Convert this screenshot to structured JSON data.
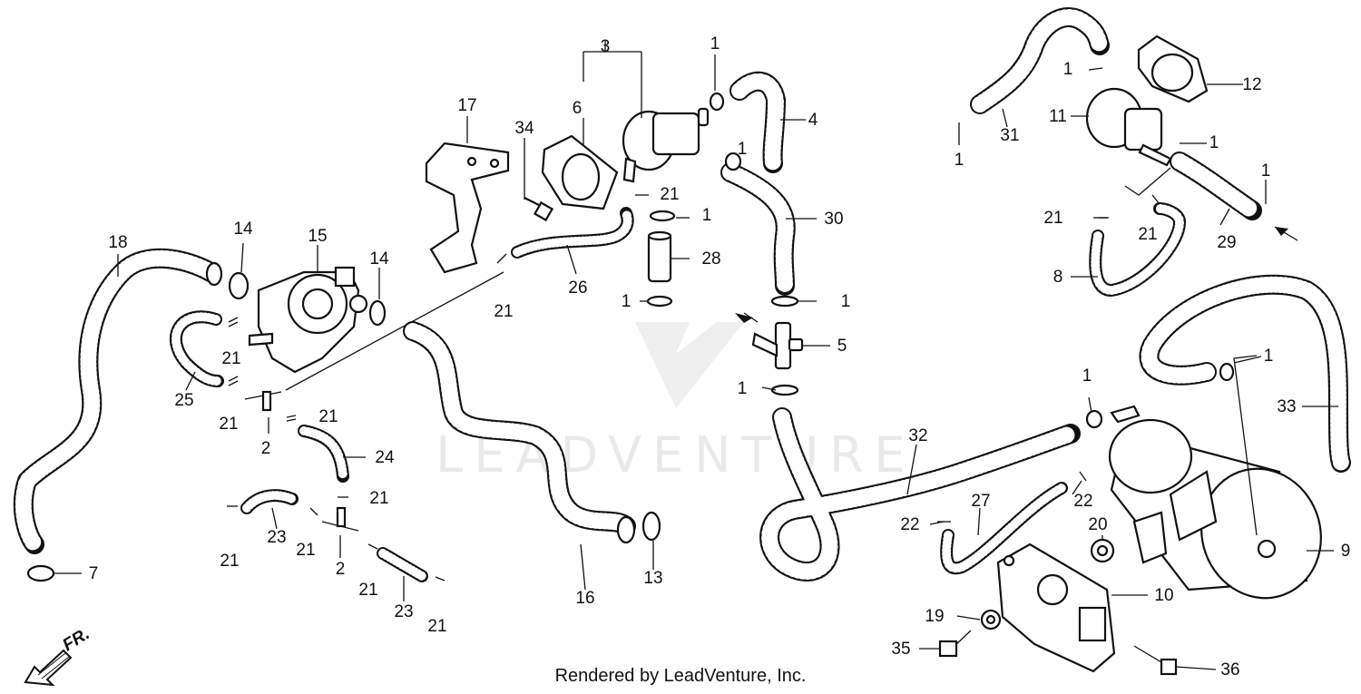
{
  "footer": {
    "credit": "Rendered by LeadVenture, Inc."
  },
  "watermark": {
    "text": "LEADVENTURE"
  },
  "direction_marker": {
    "label": "FR."
  },
  "callouts": [
    {
      "id": "c1a",
      "label": "1"
    },
    {
      "id": "c1b",
      "label": "1"
    },
    {
      "id": "c1c",
      "label": "1"
    },
    {
      "id": "c1d",
      "label": "1"
    },
    {
      "id": "c1e",
      "label": "1"
    },
    {
      "id": "c1f",
      "label": "1"
    },
    {
      "id": "c1g",
      "label": "1"
    },
    {
      "id": "c1h",
      "label": "1"
    },
    {
      "id": "c1i",
      "label": "1"
    },
    {
      "id": "c1j",
      "label": "1"
    },
    {
      "id": "c1k",
      "label": "1"
    },
    {
      "id": "c1l",
      "label": "1"
    },
    {
      "id": "c2a",
      "label": "2"
    },
    {
      "id": "c2b",
      "label": "2"
    },
    {
      "id": "c3",
      "label": "3"
    },
    {
      "id": "c4",
      "label": "4"
    },
    {
      "id": "c5",
      "label": "5"
    },
    {
      "id": "c6",
      "label": "6"
    },
    {
      "id": "c7",
      "label": "7"
    },
    {
      "id": "c8",
      "label": "8"
    },
    {
      "id": "c9",
      "label": "9"
    },
    {
      "id": "c10",
      "label": "10"
    },
    {
      "id": "c11",
      "label": "11"
    },
    {
      "id": "c12",
      "label": "12"
    },
    {
      "id": "c13",
      "label": "13"
    },
    {
      "id": "c14a",
      "label": "14"
    },
    {
      "id": "c14b",
      "label": "14"
    },
    {
      "id": "c15",
      "label": "15"
    },
    {
      "id": "c16",
      "label": "16"
    },
    {
      "id": "c17",
      "label": "17"
    },
    {
      "id": "c18",
      "label": "18"
    },
    {
      "id": "c19",
      "label": "19"
    },
    {
      "id": "c20",
      "label": "20"
    },
    {
      "id": "c21a",
      "label": "21"
    },
    {
      "id": "c21b",
      "label": "21"
    },
    {
      "id": "c21c",
      "label": "21"
    },
    {
      "id": "c21d",
      "label": "21"
    },
    {
      "id": "c21e",
      "label": "21"
    },
    {
      "id": "c21f",
      "label": "21"
    },
    {
      "id": "c21g",
      "label": "21"
    },
    {
      "id": "c21h",
      "label": "21"
    },
    {
      "id": "c21i",
      "label": "21"
    },
    {
      "id": "c21j",
      "label": "21"
    },
    {
      "id": "c21k",
      "label": "21"
    },
    {
      "id": "c21l",
      "label": "21"
    },
    {
      "id": "c22a",
      "label": "22"
    },
    {
      "id": "c22b",
      "label": "22"
    },
    {
      "id": "c23a",
      "label": "23"
    },
    {
      "id": "c23b",
      "label": "23"
    },
    {
      "id": "c24",
      "label": "24"
    },
    {
      "id": "c25",
      "label": "25"
    },
    {
      "id": "c26",
      "label": "26"
    },
    {
      "id": "c27",
      "label": "27"
    },
    {
      "id": "c28",
      "label": "28"
    },
    {
      "id": "c29",
      "label": "29"
    },
    {
      "id": "c30",
      "label": "30"
    },
    {
      "id": "c31",
      "label": "31"
    },
    {
      "id": "c32",
      "label": "32"
    },
    {
      "id": "c33",
      "label": "33"
    },
    {
      "id": "c34",
      "label": "34"
    },
    {
      "id": "c35",
      "label": "35"
    },
    {
      "id": "c36",
      "label": "36"
    }
  ]
}
